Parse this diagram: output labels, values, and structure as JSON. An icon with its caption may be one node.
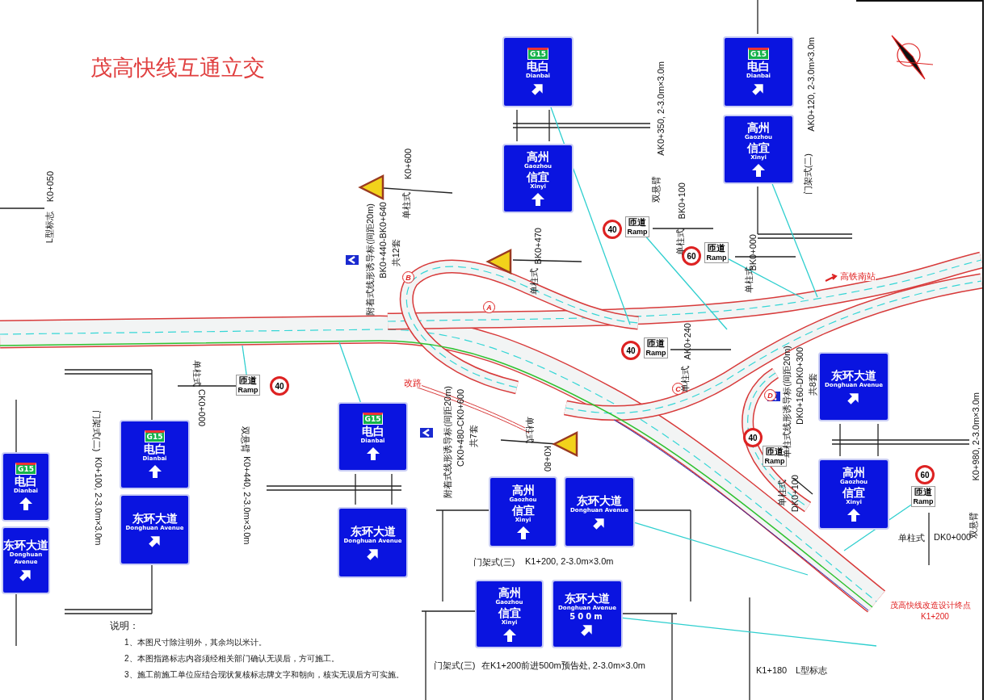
{
  "diagram": {
    "title": "茂高快线互通立交",
    "nodes": [
      {
        "text": [
          "G15",
          "电白",
          "Dianbai"
        ]
      },
      {
        "text": [
          "高州",
          "Gaozhou",
          "信宜",
          "Xinyi"
        ]
      },
      {
        "text": [
          "G15",
          "电白",
          "Dianbai"
        ]
      },
      {
        "text": [
          "高州",
          "Gaozhou",
          "信宜",
          "Xinyi"
        ]
      },
      {
        "text": [
          "40"
        ]
      },
      {
        "text": [
          "匝道",
          "Ramp"
        ]
      },
      {
        "text": [
          "60"
        ]
      },
      {
        "text": [
          "匝道",
          "Ramp"
        ]
      },
      {
        "text": [
          "40"
        ]
      },
      {
        "text": [
          "匝道",
          "Ramp"
        ]
      },
      {
        "text": [
          "匝道",
          "Ramp"
        ]
      },
      {
        "text": [
          "40"
        ]
      },
      {
        "text": [
          "G15",
          "电白",
          "Dianbai"
        ]
      },
      {
        "text": [
          "东环大道",
          "Donghuan Avenue"
        ]
      },
      {
        "text": [
          "G15",
          "电白",
          "Dianbai"
        ]
      },
      {
        "text": [
          "东环大道",
          "Donghuan Avenue"
        ]
      },
      {
        "text": [
          "G15",
          "电白",
          "Dianbai"
        ]
      },
      {
        "text": [
          "东环大道",
          "Donghuan Avenue"
        ]
      },
      {
        "text": [
          "东环大道",
          "Donghuan Avenue"
        ]
      },
      {
        "text": [
          "40"
        ]
      },
      {
        "text": [
          "匝道",
          "Ramp"
        ]
      },
      {
        "text": [
          "高州",
          "Gaozhou",
          "信宜",
          "Xinyi"
        ]
      },
      {
        "text": [
          "60"
        ]
      },
      {
        "text": [
          "匝道",
          "Ramp"
        ]
      },
      {
        "text": [
          "高州",
          "Gaozhou",
          "信宜",
          "Xinyi"
        ]
      },
      {
        "text": [
          "东环大道",
          "Donghuan Avenue"
        ]
      },
      {
        "text": [
          "高州",
          "Gaozhou",
          "信宜",
          "Xinyi"
        ]
      },
      {
        "text": [
          "东环大道",
          "Donghuan Avenue",
          "500m"
        ]
      },
      {
        "text": [
          "A"
        ]
      },
      {
        "text": [
          "B"
        ]
      },
      {
        "text": [
          "C"
        ]
      },
      {
        "text": [
          "D"
        ]
      }
    ],
    "edges": [
      {
        "from": 0,
        "to": null,
        "arrow": "none"
      },
      {
        "from": 5,
        "to": null,
        "arrow": "none"
      },
      {
        "from": 7,
        "to": null,
        "arrow": "none"
      },
      {
        "from": 3,
        "to": null,
        "arrow": "none"
      },
      {
        "from": 16,
        "to": null,
        "arrow": "none"
      },
      {
        "from": 10,
        "to": null,
        "arrow": "none"
      },
      {
        "from": 23,
        "to": null,
        "arrow": "none"
      },
      {
        "from": 25,
        "to": null,
        "arrow": "none"
      },
      {
        "from": 27,
        "to": null,
        "arrow": "none"
      }
    ],
    "labels": [
      "L型标志",
      "K0+050",
      "单柱式",
      "K0+600",
      "附着式线形诱导标(间距20m)",
      "BK0+440-BK0+640",
      "共12套",
      "单柱式",
      "BK0+470",
      "双悬臂",
      "AK0+350, 2-3.0m×3.0m",
      "单柱式",
      "BK0+100",
      "单柱式",
      "BK0+000",
      "门架式(二)",
      "AK0+120, 2-3.0m×3.0m",
      "高铁南站",
      "改路",
      "单柱式",
      "AK0+240",
      "单柱式",
      "CK0+000",
      "门架式(二)",
      "K0+100, 2-3.0m×3.0m",
      "双悬臂",
      "K0+440, 2-3.0m×3.0m",
      "附着式线形诱导标(间距20m)",
      "CK0+480-CK0+600",
      "共7套",
      "单柱式",
      "K0+80",
      "单柱式线形诱导标(间距20m)",
      "DK0+160-DK0+300",
      "共8套",
      "单柱式",
      "DK0+100",
      "双悬臂",
      "K0+980, 2-3.0m×3.0m",
      "单柱式",
      "DK0+000",
      "门架式(三)",
      "K1+200, 2-3.0m×3.0m",
      "门架式(三)",
      "在K1+200前进500m预告处, 2-3.0m×3.0m",
      "茂高快线改造设计终点",
      "K1+200",
      "K1+180",
      "L型标志",
      "说明：",
      "1、本图尺寸除注明外，其余均以米计。",
      "2、本图指路标志内容须经相关部门确认无误后，方可施工。",
      "3、施工前施工单位应结合现状复核标志牌文字和朝向，核实无误后方可实施。"
    ]
  }
}
